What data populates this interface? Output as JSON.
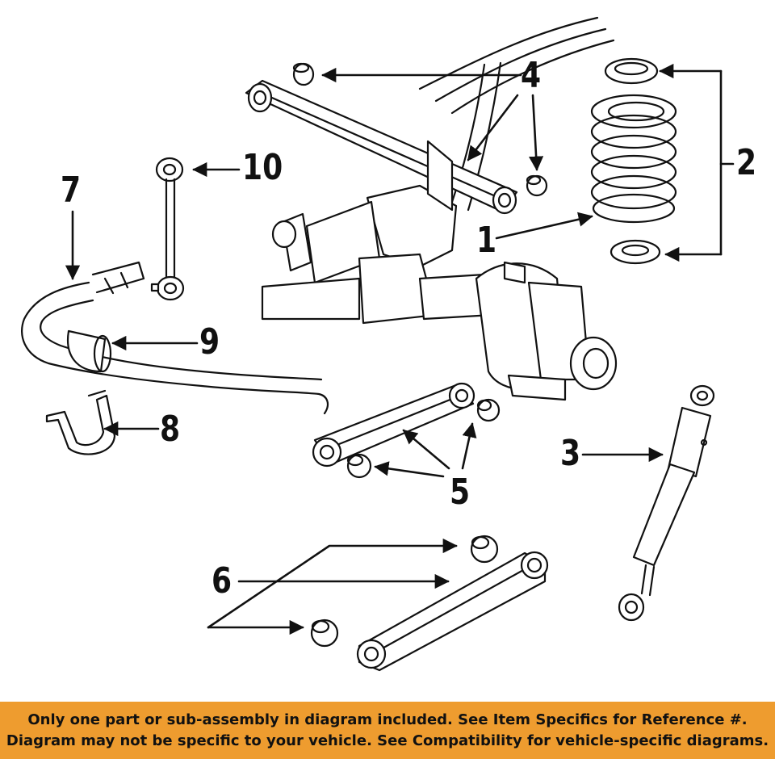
{
  "diagram": {
    "callouts": [
      {
        "id": "1",
        "label": "1"
      },
      {
        "id": "2",
        "label": "2"
      },
      {
        "id": "3",
        "label": "3"
      },
      {
        "id": "4",
        "label": "4"
      },
      {
        "id": "5",
        "label": "5"
      },
      {
        "id": "6",
        "label": "6"
      },
      {
        "id": "7",
        "label": "7"
      },
      {
        "id": "8",
        "label": "8"
      },
      {
        "id": "9",
        "label": "9"
      },
      {
        "id": "10",
        "label": "10"
      }
    ]
  },
  "notice": {
    "line1": "Only one part or sub-assembly in diagram included. See Item Specifics for Reference #.",
    "line2": "Diagram may not be specific to your vehicle. See Compatibility for vehicle-specific diagrams.",
    "background_color": "#ee9c2f"
  }
}
